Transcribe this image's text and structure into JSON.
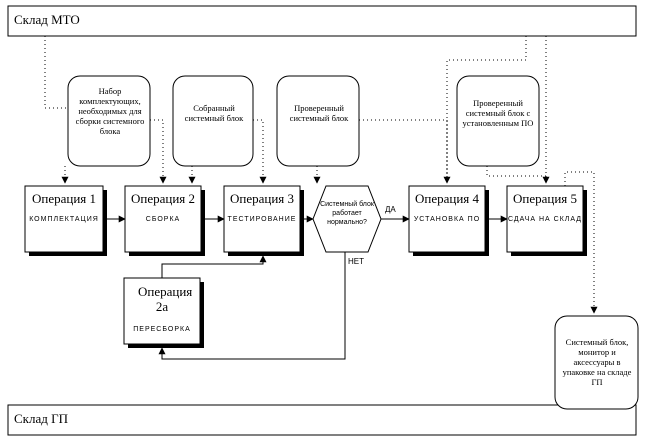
{
  "stores": {
    "top": "Склад МТО",
    "bottom": "Склад ГП"
  },
  "operations": {
    "op1": {
      "title": "Операция 1",
      "sub": "КОМПЛЕКТАЦИЯ"
    },
    "op2": {
      "title": "Операция 2",
      "sub": "СБОРКА"
    },
    "op3": {
      "title": "Операция 3",
      "sub": "ТЕСТИРОВАНИЕ"
    },
    "op4": {
      "title": "Операция 4",
      "sub": "УСТАНОВКА ПО"
    },
    "op5": {
      "title": "Операция 5",
      "sub": "СДАЧА НА СКЛАД"
    },
    "op2a": {
      "title": "Операция 2а",
      "sub": "ПЕРЕСБОРКА"
    }
  },
  "notes": {
    "n1": "Набор комплектующих, необходимых для сборки системного блока",
    "n2": "Собранный системный блок",
    "n3": "Проверенный системный блок",
    "n4": "Проверенный системный блок с установленным ПО",
    "n5": "Системный блок, монитор и аксессуары в упаковке на складе ГП"
  },
  "decision": {
    "question": "Системный блок работает нормально?",
    "yes": "ДА",
    "no": "НЕТ"
  }
}
